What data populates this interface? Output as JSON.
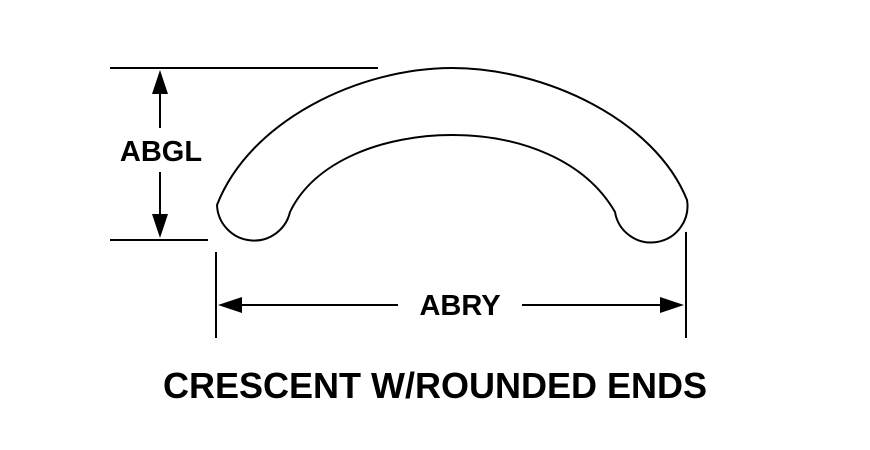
{
  "diagram": {
    "title": "CRESCENT W/ROUNDED ENDS",
    "height_dimension_label": "ABGL",
    "width_dimension_label": "ABRY",
    "line_color": "#000000",
    "background_color": "#ffffff"
  }
}
